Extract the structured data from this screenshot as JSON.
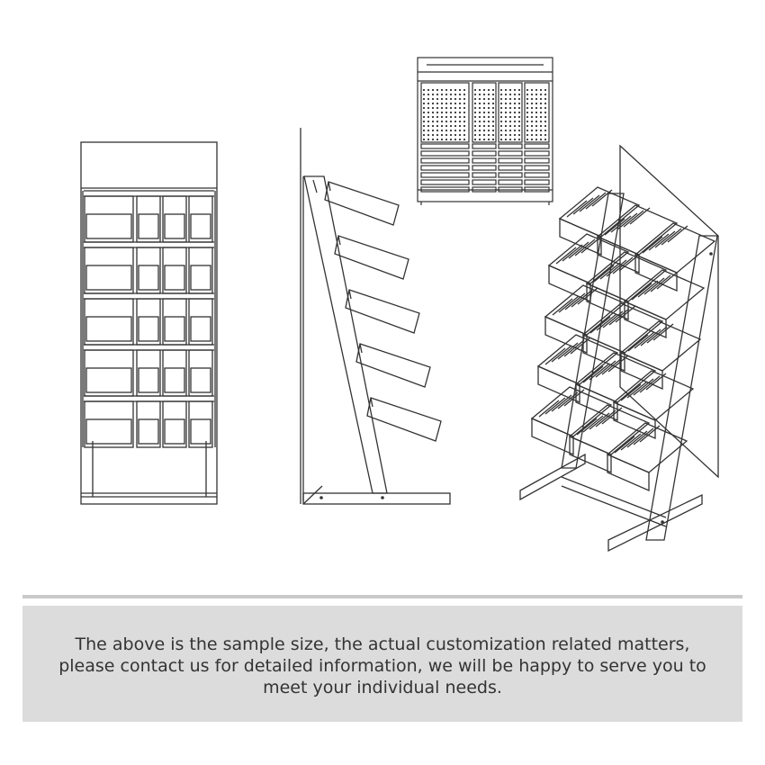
{
  "notice": {
    "text": "The above is the sample size, the actual customization related matters, please contact us for detailed information, we will be happy to serve you to meet your individual needs."
  },
  "colors": {
    "background": "#ffffff",
    "line": "#333333",
    "divider": "#c9c9c9",
    "notice_background": "#dcdcdc",
    "notice_text": "#333333"
  },
  "drawings": [
    {
      "name": "front-view",
      "shelves": 5,
      "bins_per_shelf": 4
    },
    {
      "name": "side-view",
      "shelves": 5
    },
    {
      "name": "top-view",
      "columns": 4
    },
    {
      "name": "perspective-view",
      "shelves": 5,
      "bins_per_shelf": 3
    }
  ]
}
